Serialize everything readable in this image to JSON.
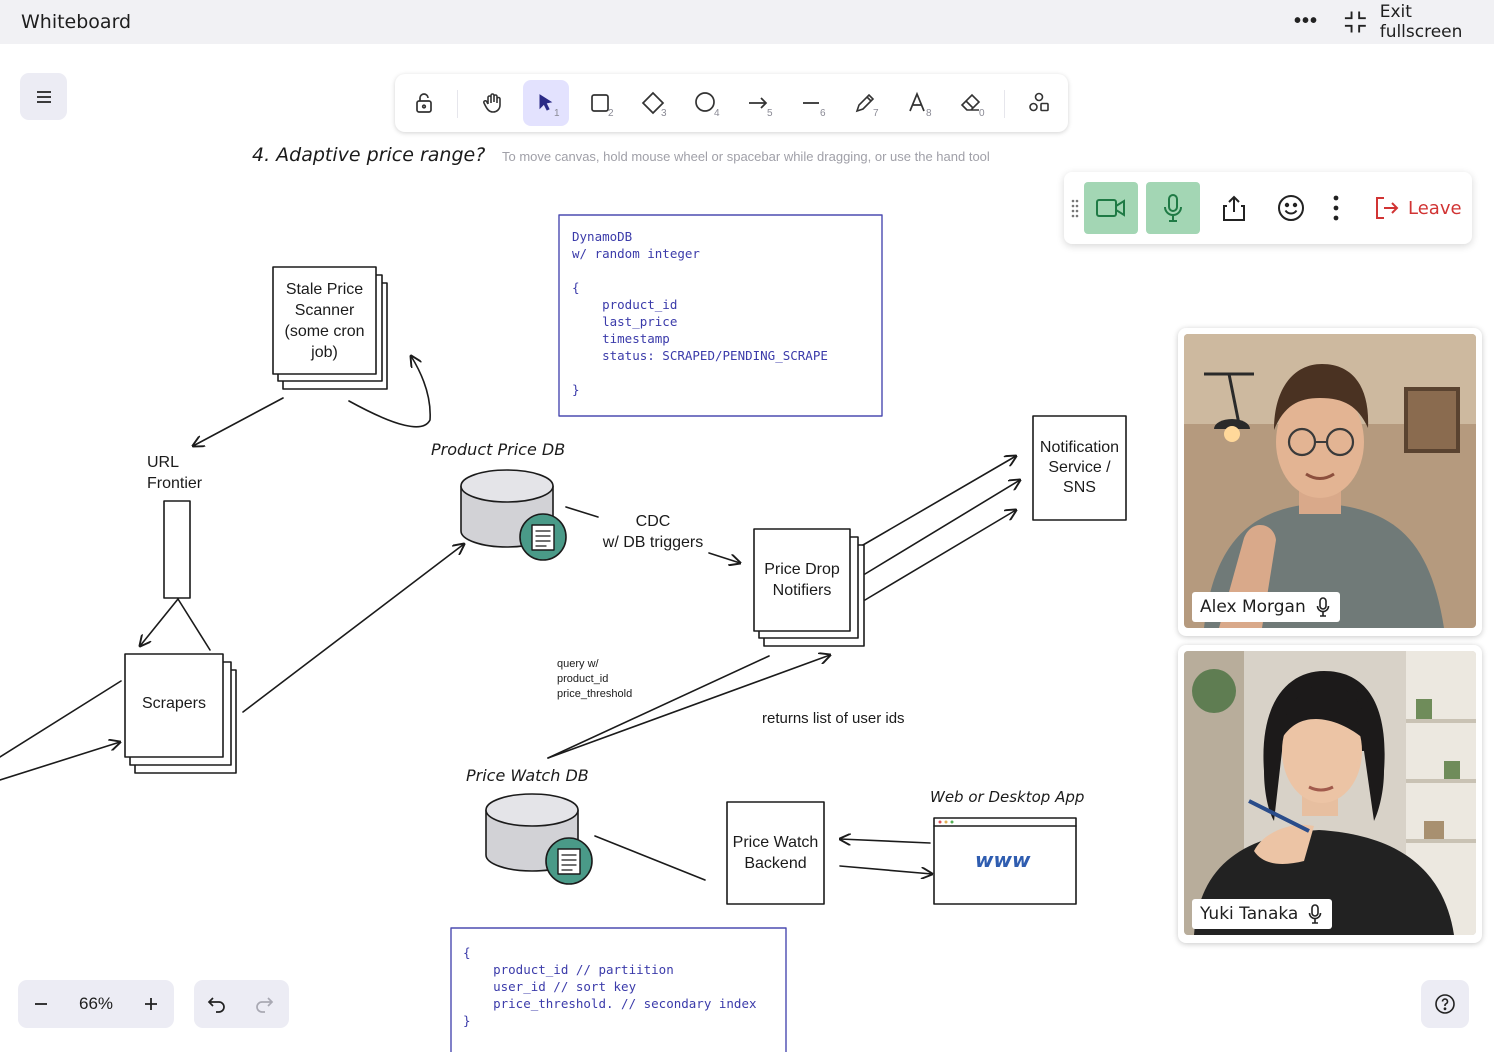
{
  "app": {
    "title": "Whiteboard",
    "exit_fullscreen": "Exit fullscreen"
  },
  "toolbar": {
    "tools": [
      {
        "name": "lock",
        "key": ""
      },
      {
        "name": "hand",
        "key": ""
      },
      {
        "name": "selection",
        "key": "1"
      },
      {
        "name": "rectangle",
        "key": "2"
      },
      {
        "name": "diamond",
        "key": "3"
      },
      {
        "name": "ellipse",
        "key": "4"
      },
      {
        "name": "arrow",
        "key": "5"
      },
      {
        "name": "line",
        "key": "6"
      },
      {
        "name": "draw",
        "key": "7"
      },
      {
        "name": "text",
        "key": "8"
      },
      {
        "name": "eraser",
        "key": "0"
      },
      {
        "name": "library",
        "key": ""
      }
    ]
  },
  "canvas": {
    "heading": "4. Adaptive price range?",
    "hint": "To move canvas, hold mouse wheel or spacebar while dragging, or use the hand tool",
    "stale_scanner": [
      "Stale Price",
      "Scanner",
      "(some cron",
      "job)"
    ],
    "url_frontier": [
      "URL",
      "Frontier"
    ],
    "scrapers": "Scrapers",
    "product_price_db": "Product Price DB",
    "cdc": [
      "CDC",
      "w/ DB triggers"
    ],
    "price_drop": [
      "Price Drop",
      "Notifiers"
    ],
    "notification": [
      "Notification",
      "Service /",
      "SNS"
    ],
    "query_note": [
      "query w/",
      "product_id",
      "price_threshold"
    ],
    "returns_note": "returns list of user ids",
    "price_watch_db": "Price Watch DB",
    "price_watch_backend": [
      "Price Watch",
      "Backend"
    ],
    "web_app": "Web or Desktop App",
    "www": "www",
    "dynamo_code": "DynamoDB\nw/ random integer\n\n{\n    product_id\n    last_price\n    timestamp\n    status: SCRAPED/PENDING_SCRAPE\n\n}",
    "watch_code": "{\n    product_id // partiition\n    user_id // sort key\n    price_threshold. // secondary index\n}"
  },
  "call": {
    "leave": "Leave"
  },
  "participants": [
    {
      "name": "Alex Morgan"
    },
    {
      "name": "Yuki Tanaka"
    }
  ],
  "zoom": {
    "value": "66%"
  },
  "colors": {
    "accent": "#6965db",
    "active_tool_bg": "#e3e2fe",
    "call_on": "#a3d6b4",
    "leave": "#d13434",
    "code": "#3b3baa",
    "db_badge": "#4a9a88"
  }
}
